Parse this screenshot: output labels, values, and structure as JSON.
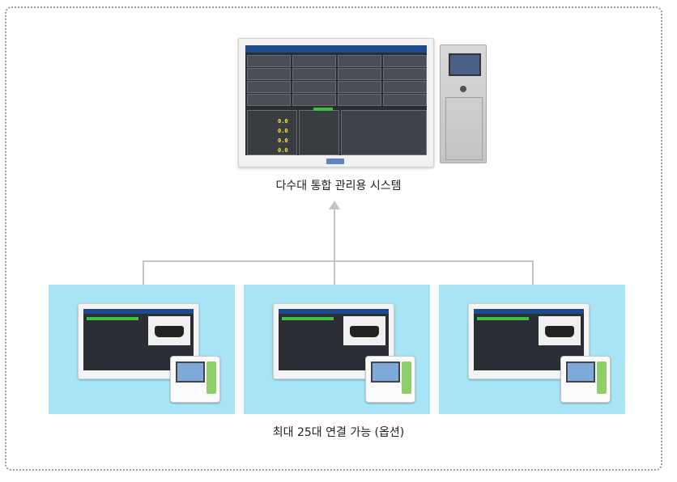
{
  "diagram": {
    "top_label": "다수대 통합 관리용 시스템",
    "bottom_label": "최대 25대 연결 가능 (옵션)",
    "colors": {
      "panel": "#a6e4f6",
      "connector": "#c4c4c4",
      "frame": "#9a9a9a"
    },
    "icons": {
      "central": "central-monitor-icon",
      "server": "server-rack-icon",
      "field_unit": "field-unit-icon"
    },
    "field_unit_count": 3
  }
}
